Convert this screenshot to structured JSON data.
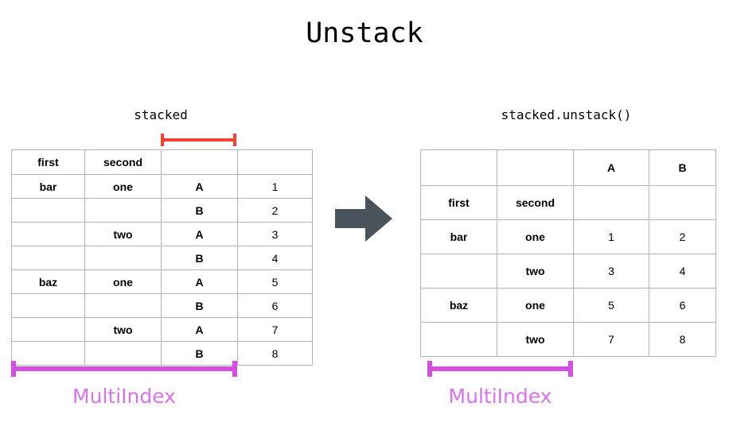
{
  "title": "Unstack",
  "colors": {
    "header_green": "#4cc740",
    "header_light_green": "#aee5ac",
    "index_blue": "#4ba3f5",
    "index_light_blue": "#abd6f8",
    "column_gold": "#f2ce00",
    "value_light_yellow": "#fae896",
    "bracket_magenta": "#d44fe0",
    "highlight_red": "#f44336",
    "arrow_gray": "#4a525c"
  },
  "left_panel": {
    "caption": "stacked",
    "bracket_label": "MultiIndex",
    "table": {
      "header": {
        "first": "first",
        "second": "second",
        "blank_ab": "",
        "blank_value": ""
      },
      "rows": [
        {
          "first": "bar",
          "second": "one",
          "ab": "A",
          "value": "1"
        },
        {
          "first": "",
          "second": "",
          "ab": "B",
          "value": "2"
        },
        {
          "first": "",
          "second": "two",
          "ab": "A",
          "value": "3"
        },
        {
          "first": "",
          "second": "",
          "ab": "B",
          "value": "4"
        },
        {
          "first": "baz",
          "second": "one",
          "ab": "A",
          "value": "5"
        },
        {
          "first": "",
          "second": "",
          "ab": "B",
          "value": "6"
        },
        {
          "first": "",
          "second": "two",
          "ab": "A",
          "value": "7"
        },
        {
          "first": "",
          "second": "",
          "ab": "B",
          "value": "8"
        }
      ]
    }
  },
  "right_panel": {
    "caption": "stacked.unstack()",
    "bracket_label": "MultiIndex",
    "table": {
      "column_header": {
        "blank_first": "",
        "blank_second": "",
        "a": "A",
        "b": "B"
      },
      "index_header": {
        "first": "first",
        "second": "second",
        "blank_a": "",
        "blank_b": ""
      },
      "rows": [
        {
          "first": "bar",
          "second": "one",
          "a": "1",
          "b": "2"
        },
        {
          "first": "",
          "second": "two",
          "a": "3",
          "b": "4"
        },
        {
          "first": "baz",
          "second": "one",
          "a": "5",
          "b": "6"
        },
        {
          "first": "",
          "second": "two",
          "a": "7",
          "b": "8"
        }
      ]
    }
  },
  "arrow": {
    "icon": "arrow-right-icon"
  }
}
